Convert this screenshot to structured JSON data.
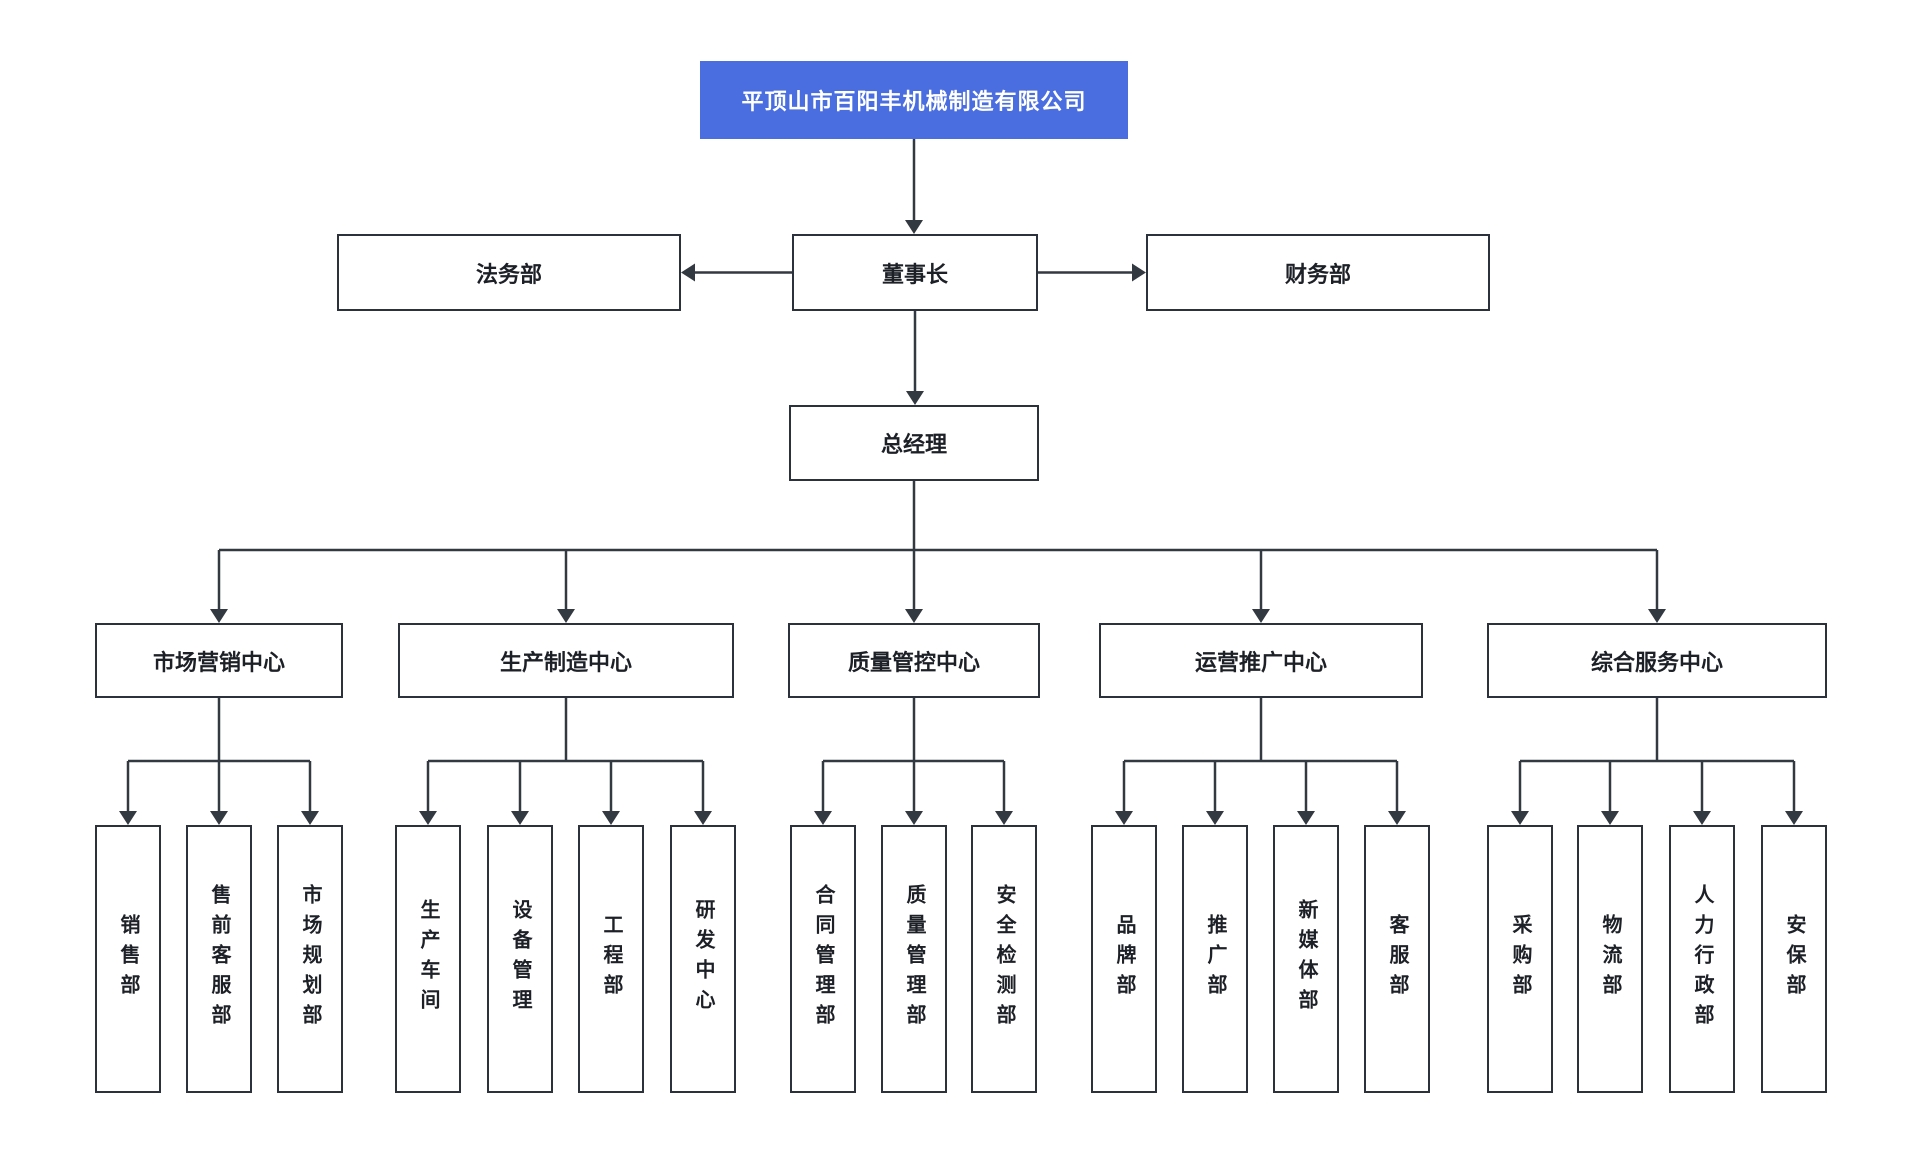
{
  "colors": {
    "root_bg": "#4a6edf",
    "root_text": "#ffffff",
    "node_bg": "#ffffff",
    "node_border": "#2c323c",
    "node_text": "#1d2127",
    "connector": "#333940"
  },
  "org": {
    "root": {
      "id": "company",
      "label": "平顶山市百阳丰机械制造有限公司"
    },
    "chairman": {
      "id": "chairman",
      "label": "董事长"
    },
    "chairman_staff": [
      {
        "id": "legal-dept",
        "label": "法务部"
      },
      {
        "id": "finance-dept",
        "label": "财务部"
      }
    ],
    "general_manager": {
      "id": "general-manager",
      "label": "总经理"
    },
    "centers": [
      {
        "id": "marketing-center",
        "label": "市场营销中心",
        "children": [
          {
            "id": "sales-dept",
            "label": "销售部"
          },
          {
            "id": "presales-service-dept",
            "label": "售前客服部"
          },
          {
            "id": "market-planning-dept",
            "label": "市场规划部"
          }
        ]
      },
      {
        "id": "production-center",
        "label": "生产制造中心",
        "children": [
          {
            "id": "production-workshop",
            "label": "生产车间"
          },
          {
            "id": "equipment-management",
            "label": "设备管理"
          },
          {
            "id": "engineering-dept",
            "label": "工程部"
          },
          {
            "id": "rd-center",
            "label": "研发中心"
          }
        ]
      },
      {
        "id": "quality-center",
        "label": "质量管控中心",
        "children": [
          {
            "id": "contract-management-dept",
            "label": "合同管理部"
          },
          {
            "id": "quality-management-dept",
            "label": "质量管理部"
          },
          {
            "id": "safety-inspection-dept",
            "label": "安全检测部"
          }
        ]
      },
      {
        "id": "operations-center",
        "label": "运营推广中心",
        "children": [
          {
            "id": "brand-dept",
            "label": "品牌部"
          },
          {
            "id": "promotion-dept",
            "label": "推广部"
          },
          {
            "id": "new-media-dept",
            "label": "新媒体部"
          },
          {
            "id": "customer-service-dept",
            "label": "客服部"
          }
        ]
      },
      {
        "id": "services-center",
        "label": "综合服务中心",
        "children": [
          {
            "id": "procurement-dept",
            "label": "采购部"
          },
          {
            "id": "logistics-dept",
            "label": "物流部"
          },
          {
            "id": "hr-admin-dept",
            "label": "人力行政部"
          },
          {
            "id": "security-dept",
            "label": "安保部"
          }
        ]
      }
    ]
  }
}
